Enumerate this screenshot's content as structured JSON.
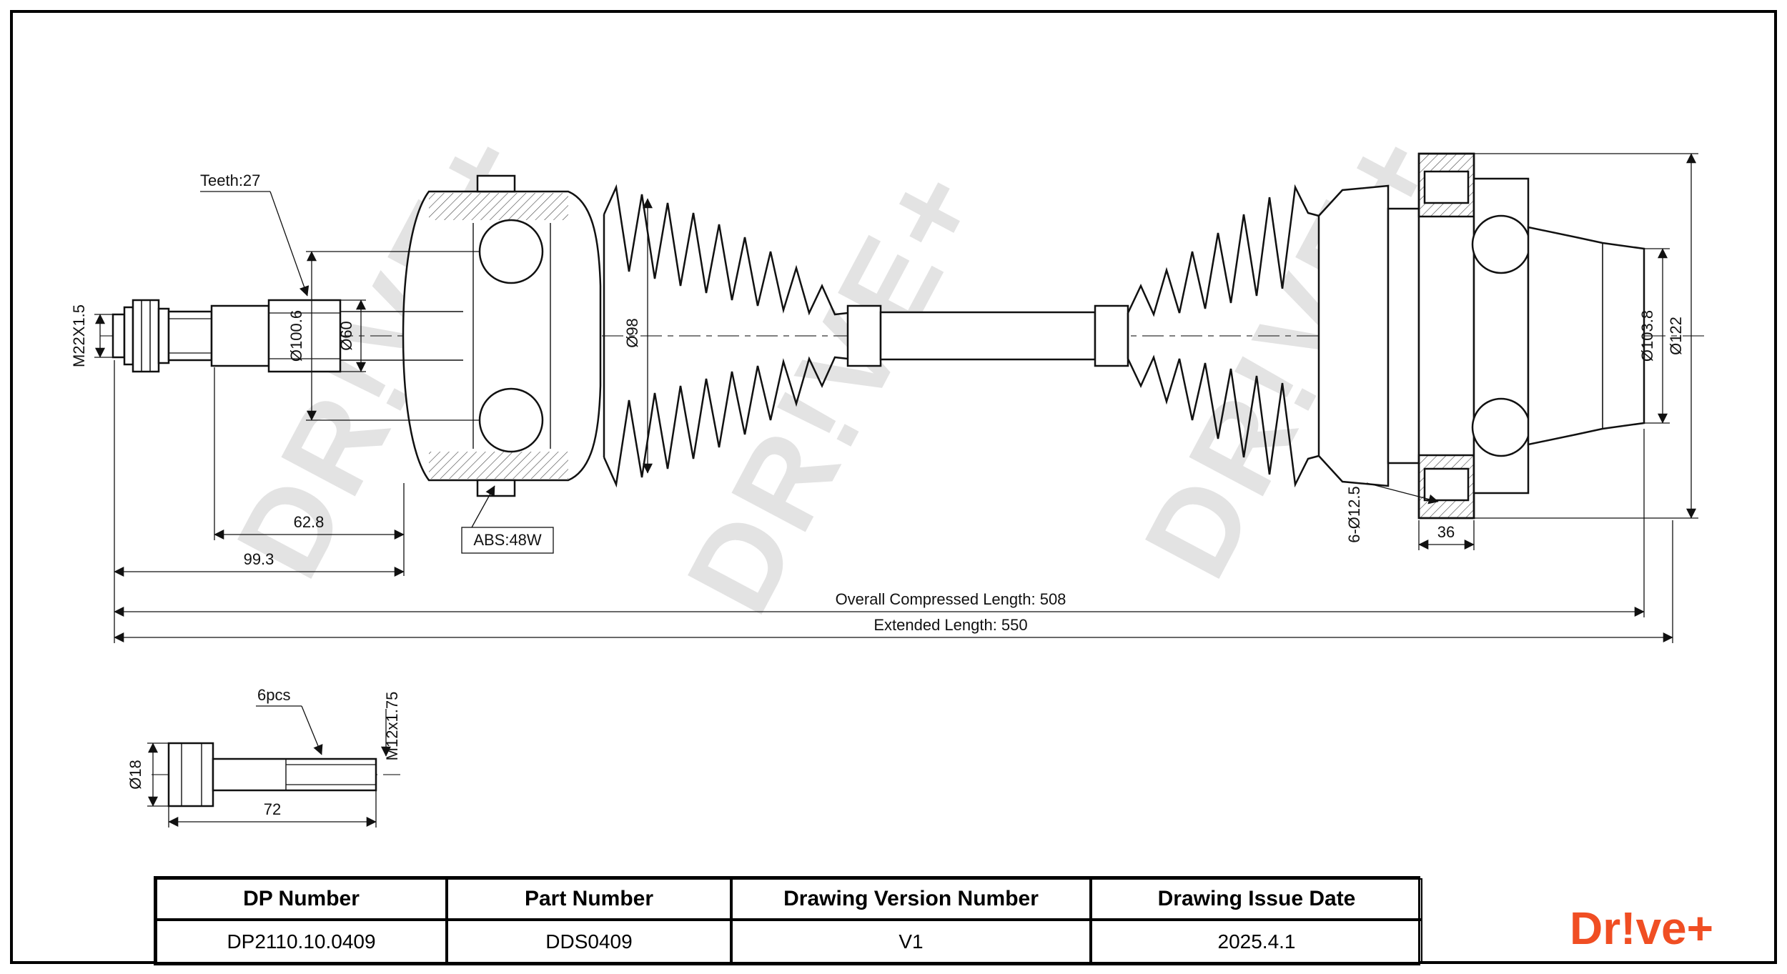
{
  "drawing": {
    "watermark": "DR!VE+",
    "labels": {
      "teeth": "Teeth:27",
      "thread_left": "M22X1.5",
      "joint_ball_circle_dia": "Ø100.6",
      "shaft_dia": "Ø60",
      "boot_dia": "Ø98",
      "abs_ring": "ABS:48W",
      "len_62_8": "62.8",
      "len_99_3": "99.3",
      "overall_length": "Overall Compressed Length: 508",
      "extended_length": "Extended Length: 550",
      "stub_dia": "Ø103.8",
      "flange_dia": "Ø122",
      "bolt_holes": "6-Ø12.5",
      "flange_width": "36"
    },
    "bolt": {
      "qty": "6pcs",
      "thread": "M12x1.75",
      "head_dia": "Ø18",
      "length": "72"
    }
  },
  "title_block": {
    "headers": [
      "DP Number",
      "Part Number",
      "Drawing Version Number",
      "Drawing Issue Date"
    ],
    "values": [
      "DP2110.10.0409",
      "DDS0409",
      "V1",
      "2025.4.1"
    ]
  },
  "brand": {
    "logo": "Dr!ve+",
    "color": "#F04E23"
  }
}
